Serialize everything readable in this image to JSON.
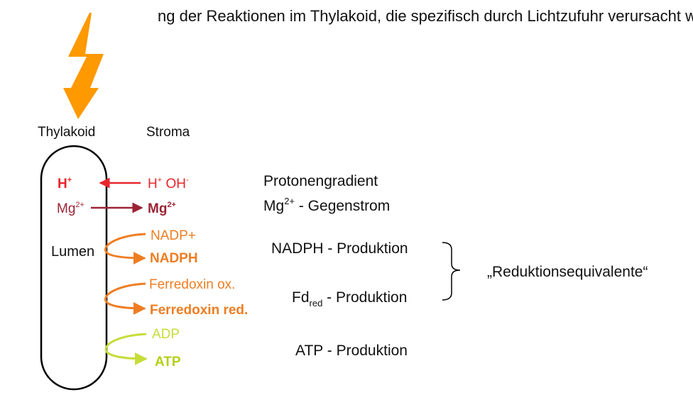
{
  "top_text": "ng der Reaktionen im Thylakoid, die spezifisch durch Lichtzufuhr verursacht werden:",
  "colors": {
    "lightning": "#ff9900",
    "proton": "#e8262b",
    "magnesium": "#9b2335",
    "nadph": "#ee7d22",
    "atp_light": "#c7dc3a",
    "atp_bold": "#b5cf19",
    "text": "#111111"
  },
  "icons": {
    "lightning": "lightning-bolt-icon"
  },
  "labels": {
    "thylakoid": "Thylakoid",
    "stroma": "Stroma",
    "lumen": "Lumen"
  },
  "species": {
    "h_lumen": "H",
    "h_lumen_sup": "+",
    "h_stroma": "H",
    "h_stroma_sup": "+",
    "oh_stroma": "OH",
    "oh_stroma_sup": "-",
    "mg_lumen": "Mg",
    "mg_lumen_sup": "2+",
    "mg_stroma": "Mg",
    "mg_stroma_sup": "2+",
    "nadp_plus": "NADP+",
    "nadph": "NADPH",
    "ferredoxin_ox": "Ferredoxin ox.",
    "ferredoxin_red": "Ferredoxin red.",
    "adp": "ADP",
    "atp": "ATP"
  },
  "effects": {
    "protonengradient": "Protonengradient",
    "mg_base": "Mg",
    "mg_sup": "2+",
    "mg_rest": " - Gegenstrom",
    "nadph_production": "NADPH - Produktion",
    "fd_base": "Fd",
    "fd_sub": "red",
    "fd_rest": " - Produktion",
    "atp_production": "ATP - Produktion",
    "reduction_equivalents": "„Reduktionsequivalente“"
  }
}
